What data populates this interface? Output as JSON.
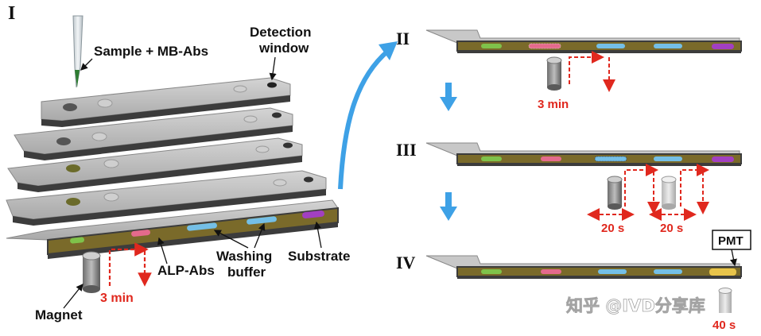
{
  "panels": {
    "p1": "I",
    "p2": "II",
    "p3": "III",
    "p4": "IV"
  },
  "labels": {
    "sample": "Sample + MB-Abs",
    "detection_line1": "Detection",
    "detection_line2": "window",
    "alp": "ALP-Abs",
    "washing_line1": "Washing",
    "washing_line2": "buffer",
    "substrate": "Substrate",
    "magnet": "Magnet",
    "pmt": "PMT"
  },
  "timings": {
    "t1": "3 min",
    "t2": "3 min",
    "t3a": "20 s",
    "t3b": "20 s",
    "t4": "40 s"
  },
  "watermark": "知乎 @IVD分享库",
  "colors": {
    "strip_top": "#bdbdbd",
    "strip_dark": "#3c3c3c",
    "channel": "#7a6a2a",
    "green": "#7fc24a",
    "pink": "#e46a8c",
    "blue": "#74bfe6",
    "purple": "#a23fc1",
    "red_arrow": "#e0281e",
    "blue_arrow": "#3ea1e6"
  }
}
